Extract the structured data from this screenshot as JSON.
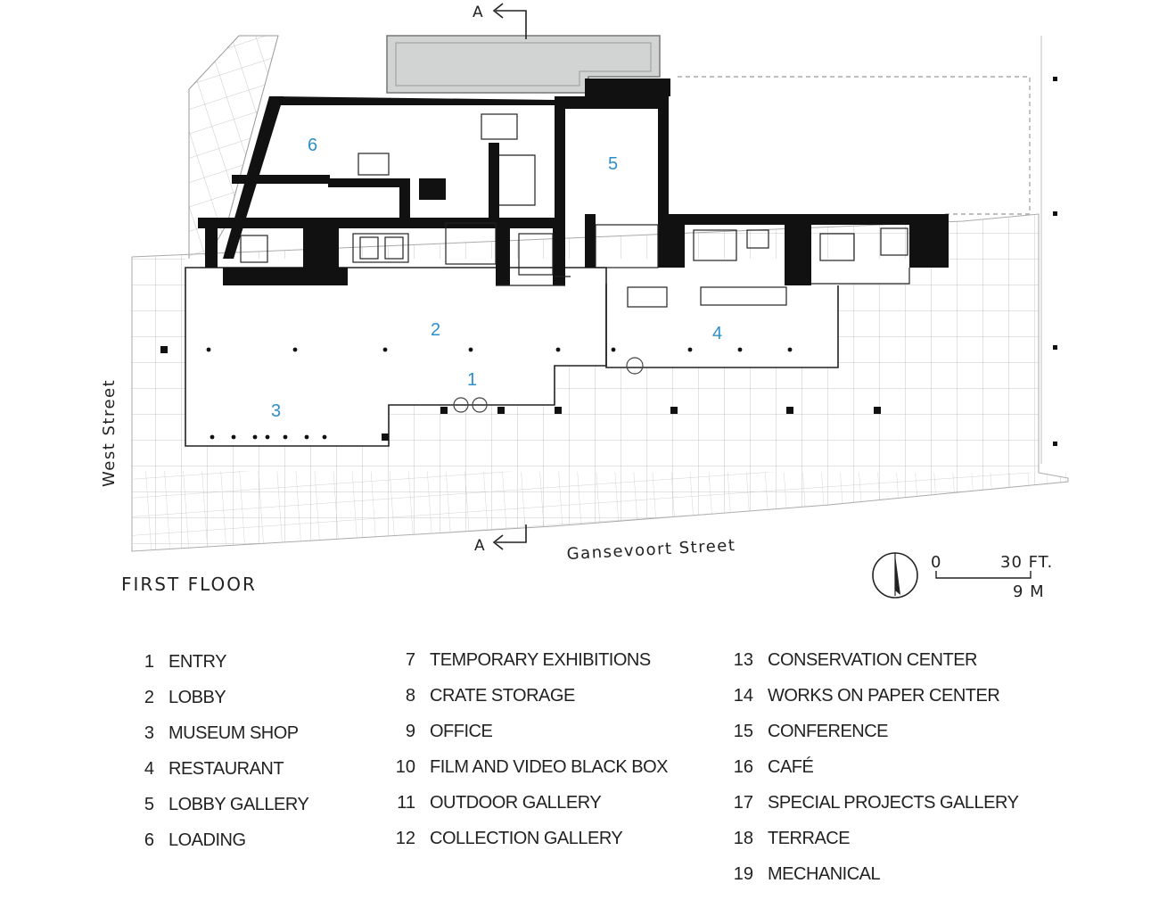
{
  "floor_title": "FIRST FLOOR",
  "streets": {
    "west": "West Street",
    "south": "Gansevoort Street"
  },
  "section_marks": [
    "A",
    "A"
  ],
  "scale": {
    "zero": "0",
    "feet": "30 FT.",
    "meters": "9 M"
  },
  "room_numbers": [
    "1",
    "2",
    "3",
    "4",
    "5",
    "6"
  ],
  "legend": {
    "col1": [
      {
        "num": "1",
        "label": "ENTRY"
      },
      {
        "num": "2",
        "label": "LOBBY"
      },
      {
        "num": "3",
        "label": "MUSEUM SHOP"
      },
      {
        "num": "4",
        "label": "RESTAURANT"
      },
      {
        "num": "5",
        "label": "LOBBY GALLERY"
      },
      {
        "num": "6",
        "label": "LOADING"
      }
    ],
    "col2": [
      {
        "num": "7",
        "label": "TEMPORARY EXHIBITIONS"
      },
      {
        "num": "8",
        "label": "CRATE STORAGE"
      },
      {
        "num": "9",
        "label": "OFFICE"
      },
      {
        "num": "10",
        "label": "FILM AND VIDEO BLACK BOX"
      },
      {
        "num": "11",
        "label": "OUTDOOR GALLERY"
      },
      {
        "num": "12",
        "label": "COLLECTION GALLERY"
      }
    ],
    "col3": [
      {
        "num": "13",
        "label": "CONSERVATION CENTER"
      },
      {
        "num": "14",
        "label": "WORKS ON PAPER CENTER"
      },
      {
        "num": "15",
        "label": "CONFERENCE"
      },
      {
        "num": "16",
        "label": "CAFÉ"
      },
      {
        "num": "17",
        "label": "SPECIAL PROJECTS  GALLERY"
      },
      {
        "num": "18",
        "label": "TERRACE"
      },
      {
        "num": "19",
        "label": "MECHANICAL"
      }
    ]
  },
  "colors": {
    "room_number": "#2d8fc9",
    "wall": "#111111",
    "grid": "#b9b9b9",
    "plaza_gray": "#d2d4d4"
  }
}
